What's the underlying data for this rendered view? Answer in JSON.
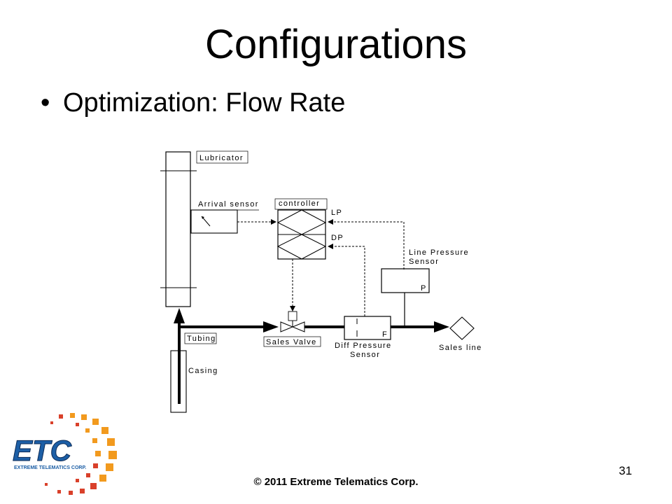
{
  "slide": {
    "title": "Configurations",
    "bullet": "Optimization: Flow Rate",
    "footer": "© 2011 Extreme Telematics Corp.",
    "page_number": "31"
  },
  "diagram": {
    "lubricator": "Lubricator",
    "arrival_sensor": "Arrival sensor",
    "controller": "controller",
    "lp": "LP",
    "dp": "DP",
    "line_pressure_sensor_1": "Line Pressure",
    "line_pressure_sensor_2": "Sensor",
    "p": "P",
    "f": "F",
    "tubing": "Tubing",
    "casing": "Casing",
    "sales_valve": "Sales Valve",
    "diff_pressure_1": "Diff Pressure",
    "diff_pressure_2": "Sensor",
    "sales_line": "Sales line"
  },
  "logo": {
    "text": "ETC",
    "subtext": "EXTREME TELEMATICS CORP.",
    "colors": {
      "blue": "#1d5fa6",
      "orange": "#f29a1e",
      "red": "#d9402a"
    }
  }
}
